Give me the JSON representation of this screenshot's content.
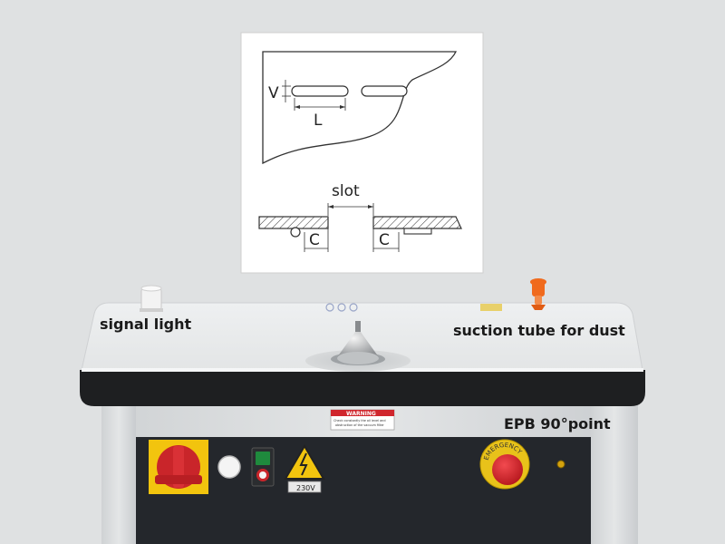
{
  "diagram": {
    "labels": {
      "v": "V",
      "l": "L",
      "slot": "slot",
      "c_left": "C",
      "c_right": "C"
    }
  },
  "callouts": {
    "signal_light": "signal light",
    "suction_tube": "suction tube for dust",
    "epb": "EPB 90°point"
  },
  "machine": {
    "warning_title": "WARNING",
    "warning_text_1": "Check constantly the oil level and",
    "warning_text_2": "obstruction of the vacuum filter",
    "voltage_label": "230V",
    "emergency_text": "EMERGENCY"
  },
  "colors": {
    "background": "#dfe1e2",
    "table_top": "#e9ebec",
    "table_edge": "#1e1f21",
    "cabinet_panel": "#24272c",
    "main_switch": "#c9252a",
    "switch_plate": "#f2c40e",
    "emergency_button": "#d42128",
    "emergency_ring": "#e8c21a",
    "suction_tube": "#f06a1d",
    "warning_red": "#d0262d"
  }
}
